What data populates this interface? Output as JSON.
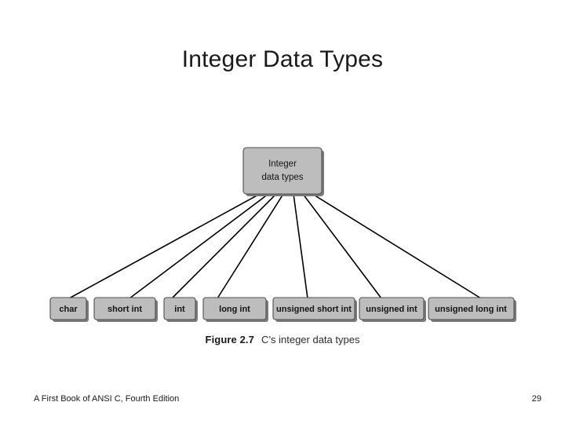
{
  "slide": {
    "title": "Integer Data Types",
    "background_color": "#ffffff",
    "text_color": "#1a1a1a"
  },
  "figure": {
    "box_fill_color": "#bdbdbd",
    "box_border_color": "#4f4f4f",
    "connector_color": "#000000",
    "root": {
      "line1": "Integer",
      "line2": "data types"
    },
    "children": [
      {
        "label": "char"
      },
      {
        "label": "short int"
      },
      {
        "label": "int"
      },
      {
        "label": "long int"
      },
      {
        "label": "unsigned short int"
      },
      {
        "label": "unsigned int"
      },
      {
        "label": "unsigned long int"
      }
    ],
    "caption": {
      "label": "Figure 2.7",
      "text": "C’s integer data types"
    }
  },
  "footer": {
    "source": "A First Book of ANSI C, Fourth Edition",
    "page_number": "29"
  }
}
